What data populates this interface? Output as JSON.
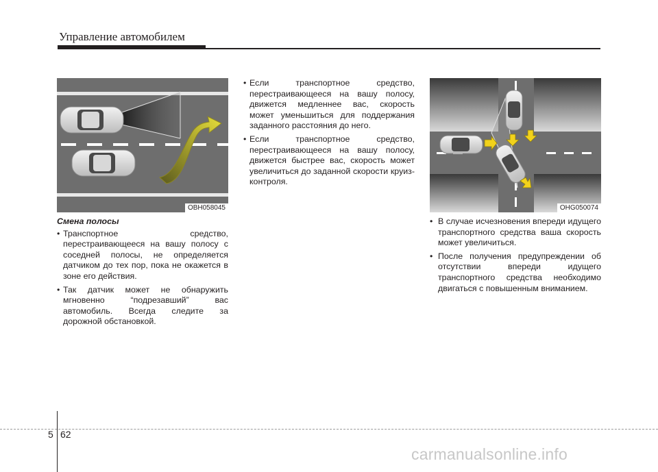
{
  "header": {
    "title": "Управление автомобилем"
  },
  "figures": {
    "lane_change": {
      "code": "OBH058045"
    },
    "intersection": {
      "code": "OHG050074"
    }
  },
  "left_column": {
    "heading": "Смена полосы",
    "bullets": [
      "Транспортное средство, перестраивающееся на вашу полосу с соседней полосы, не определяется датчиком до тех пор, пока не окажется в зоне его действия.",
      "Так датчик может не обнаружить мгновенно “подрезавший” вас автомобиль. Всегда следите за дорожной обстановкой."
    ]
  },
  "middle_column": {
    "bullets": [
      "Если транспортное средство, перестраивающееся на вашу полосу, движется медленнее вас, скорость может уменьшиться для поддержания заданного расстояния до него.",
      "Если транспортное средство, перестраивающееся на вашу полосу, движется быстрее вас, скорость может увеличиться до заданной скорости круиз-контроля."
    ]
  },
  "right_column": {
    "bullets": [
      "В случае исчезновения впереди идущего транспортного средства ваша скорость может увеличиться.",
      "После получения предупреждении об отсутствии впереди идущего транспортного средства необходимо двигаться с повышенным вниманием."
    ]
  },
  "footer": {
    "chapter": "5",
    "page": "62"
  },
  "watermark": "carmanualsonline.info",
  "colors": {
    "road": "#6a6a6a",
    "lane_marking": "#ffffff",
    "arrow": "#e7df3a",
    "text": "#231f20"
  }
}
